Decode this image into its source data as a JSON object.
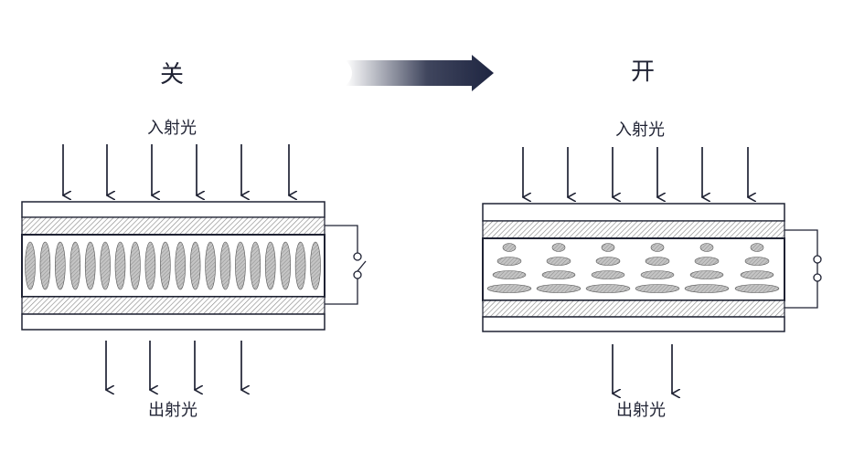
{
  "off_panel": {
    "title": "关",
    "incident_label": "入射光",
    "exit_label": "出射光",
    "incident_arrow_count": 6,
    "exit_arrow_count": 4,
    "switch_state": "open",
    "molecule_columns": 20
  },
  "on_panel": {
    "title": "开",
    "incident_label": "入射光",
    "exit_label": "出射光",
    "incident_arrow_count": 6,
    "exit_arrow_count": 2,
    "switch_state": "closed",
    "molecule_columns": 6,
    "molecule_rows": 4
  },
  "colors": {
    "line": "#1f2233",
    "hatch": "#7f7f7f",
    "molecule_fill": "#b3b3b3",
    "transition_arrow": "#1e2541"
  },
  "icons": {
    "transition": "gradient-right-arrow-icon",
    "switch": "switch-icon"
  }
}
